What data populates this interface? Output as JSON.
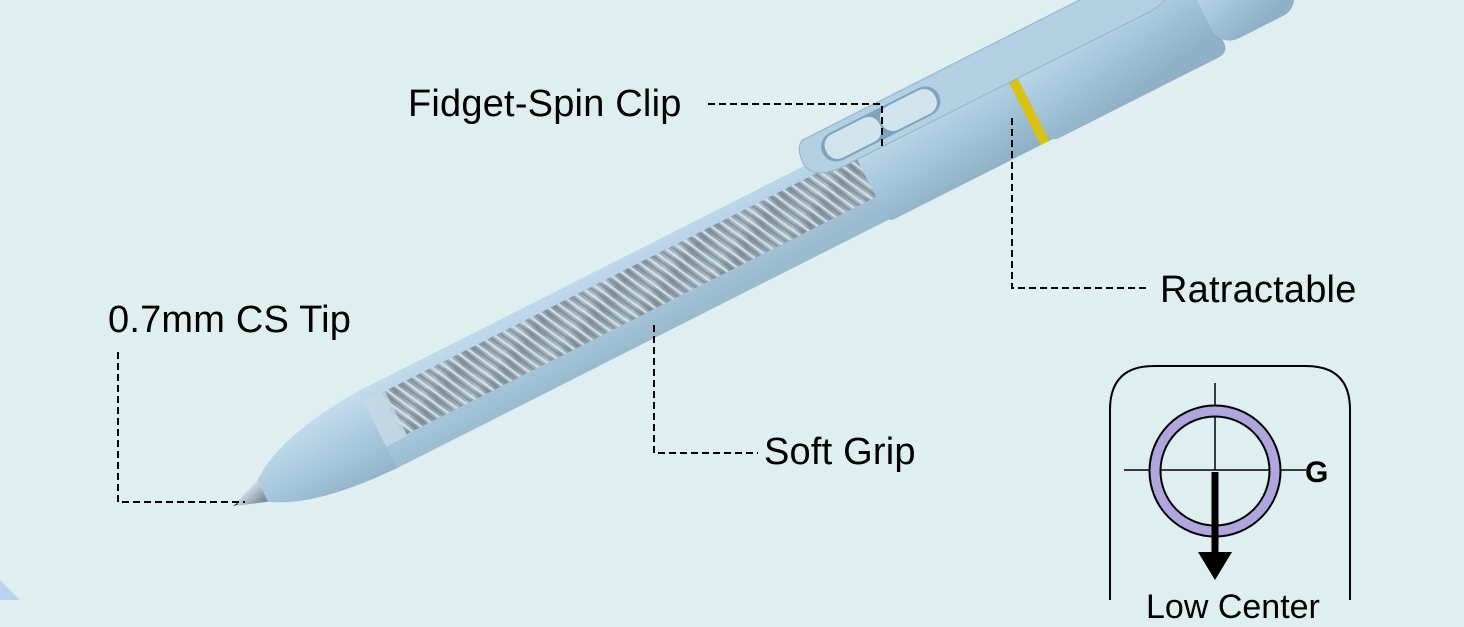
{
  "annotations": {
    "clip": "Fidget-Spin Clip",
    "retract": "Ratractable",
    "tip": "0.7mm CS Tip",
    "grip": "Soft Grip"
  },
  "gravity_diagram": {
    "axis_label": "G",
    "caption": "Low Center"
  },
  "colors": {
    "background": "#deeef1",
    "pen_body": "#a9c9de",
    "ring": "#aea6dc",
    "accent_gold": "#d8c21a"
  }
}
